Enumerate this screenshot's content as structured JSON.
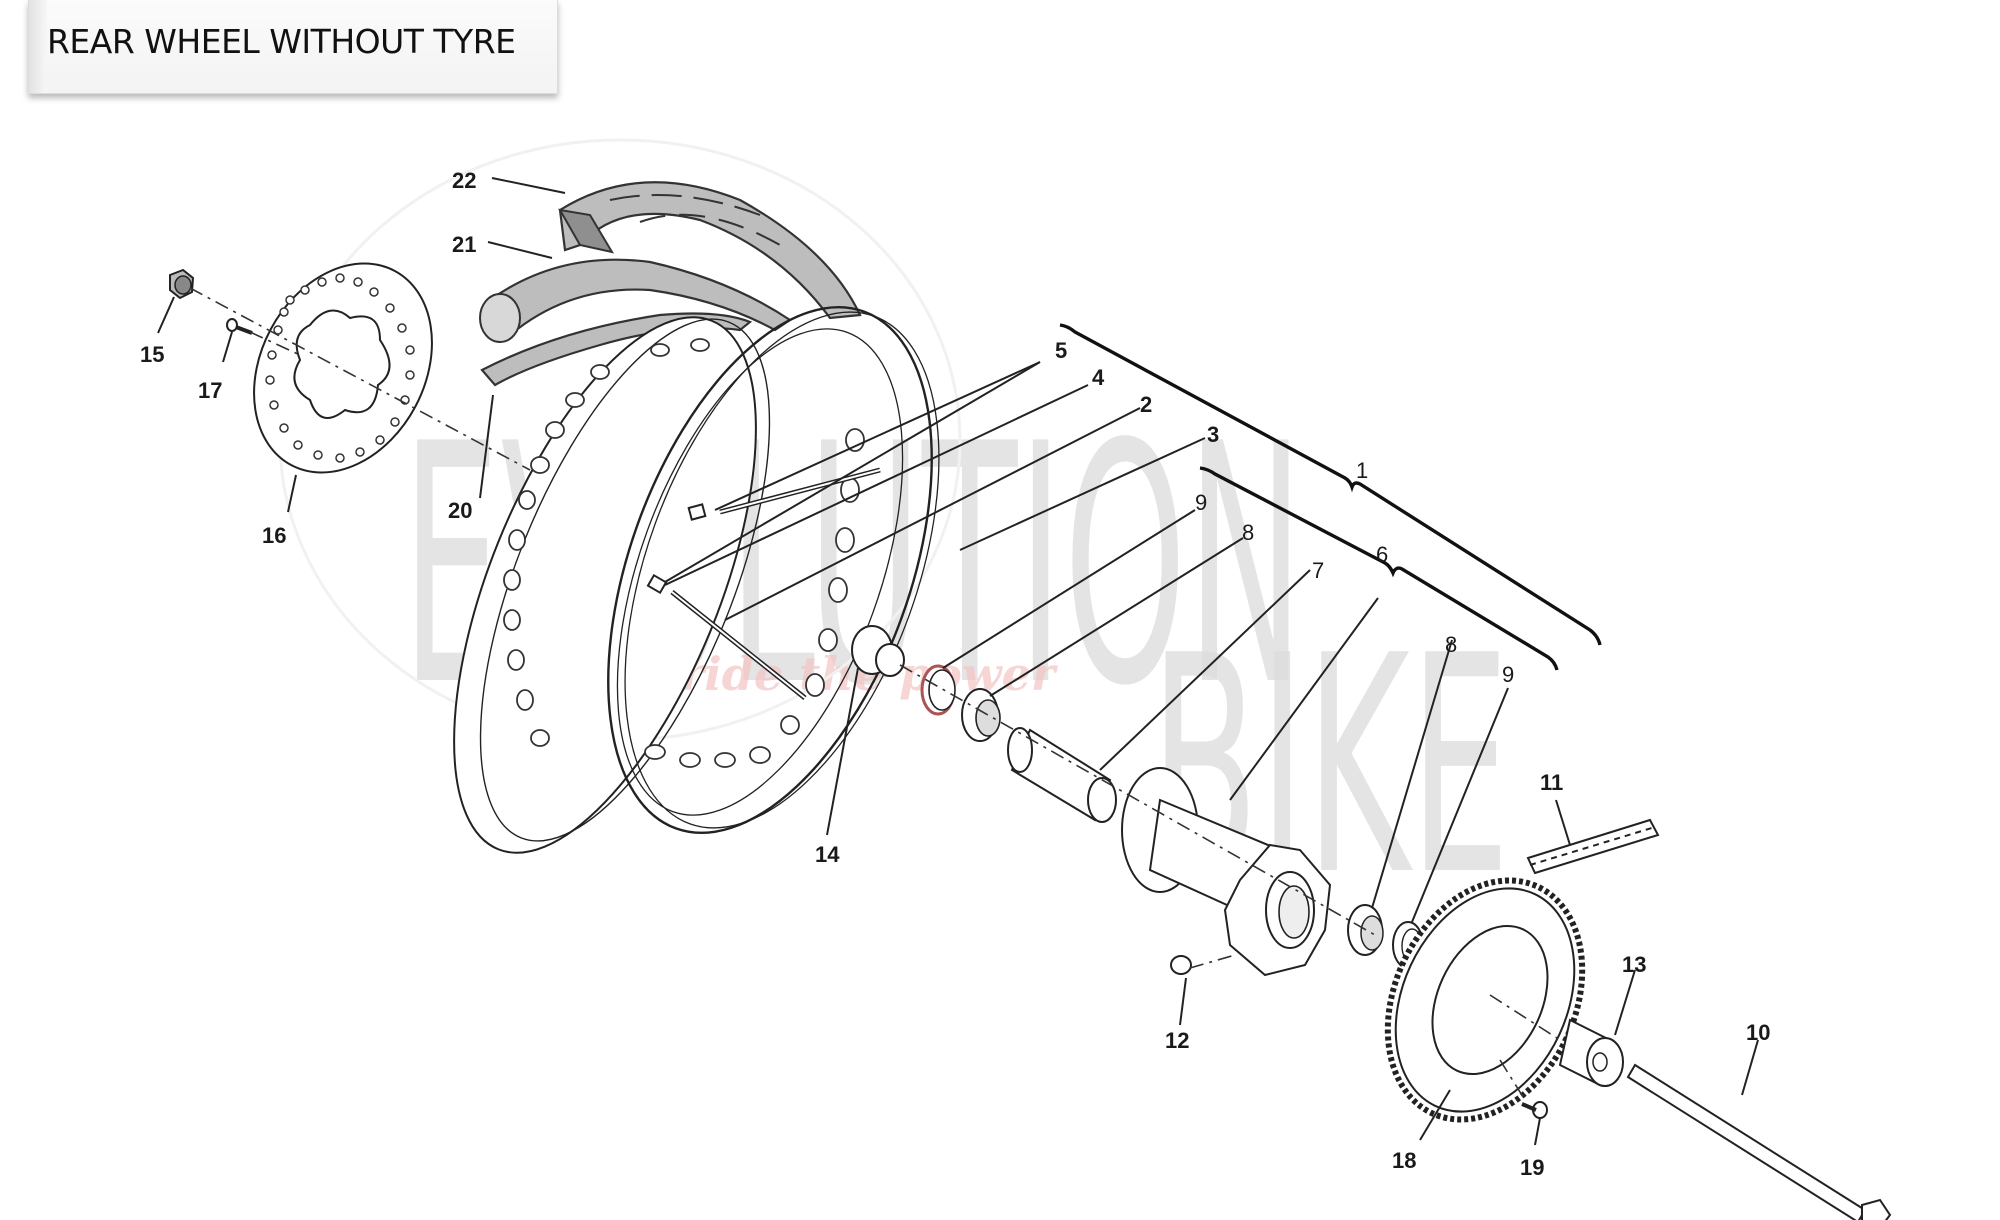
{
  "header": {
    "title": "REAR WHEEL WITHOUT TYRE"
  },
  "watermark": {
    "brand_line1": "EVOLUTION",
    "brand_line2": "BIKE",
    "slogan": "ride the power",
    "slogan_color": "#f4c4c4"
  },
  "diagram": {
    "parts": [
      {
        "ref": "1",
        "group": "wheel-assembly-bracket"
      },
      {
        "ref": "2",
        "name": "spoke"
      },
      {
        "ref": "3",
        "name": "rim"
      },
      {
        "ref": "4",
        "name": "spoke"
      },
      {
        "ref": "5",
        "name": "spoke-nipple"
      },
      {
        "ref": "6",
        "group": "hub-assembly-bracket"
      },
      {
        "ref": "7",
        "name": "spacer"
      },
      {
        "ref": "8",
        "name": "bearing"
      },
      {
        "ref": "9",
        "name": "oil-seal"
      },
      {
        "ref": "10",
        "name": "wheel-axle"
      },
      {
        "ref": "11",
        "name": "chain"
      },
      {
        "ref": "12",
        "name": "nut"
      },
      {
        "ref": "13",
        "name": "spacer"
      },
      {
        "ref": "14",
        "name": "hub-bush"
      },
      {
        "ref": "15",
        "name": "nut"
      },
      {
        "ref": "16",
        "name": "brake-disc"
      },
      {
        "ref": "17",
        "name": "screw"
      },
      {
        "ref": "18",
        "name": "sprocket"
      },
      {
        "ref": "19",
        "name": "screw"
      },
      {
        "ref": "20",
        "name": "rim-band"
      },
      {
        "ref": "21",
        "name": "inner-tube"
      },
      {
        "ref": "22",
        "name": "tyre"
      }
    ],
    "labels": {
      "l22": "22",
      "l21": "21",
      "l15": "15",
      "l17": "17",
      "l16": "16",
      "l20": "20",
      "l5": "5",
      "l4": "4",
      "l2": "2",
      "l3": "3",
      "l1": "1",
      "l9a": "9",
      "l8a": "8",
      "l7": "7",
      "l6": "6",
      "l8b": "8",
      "l9b": "9",
      "l14": "14",
      "l11": "11",
      "l12": "12",
      "l13": "13",
      "l10": "10",
      "l18": "18",
      "l19": "19"
    }
  }
}
